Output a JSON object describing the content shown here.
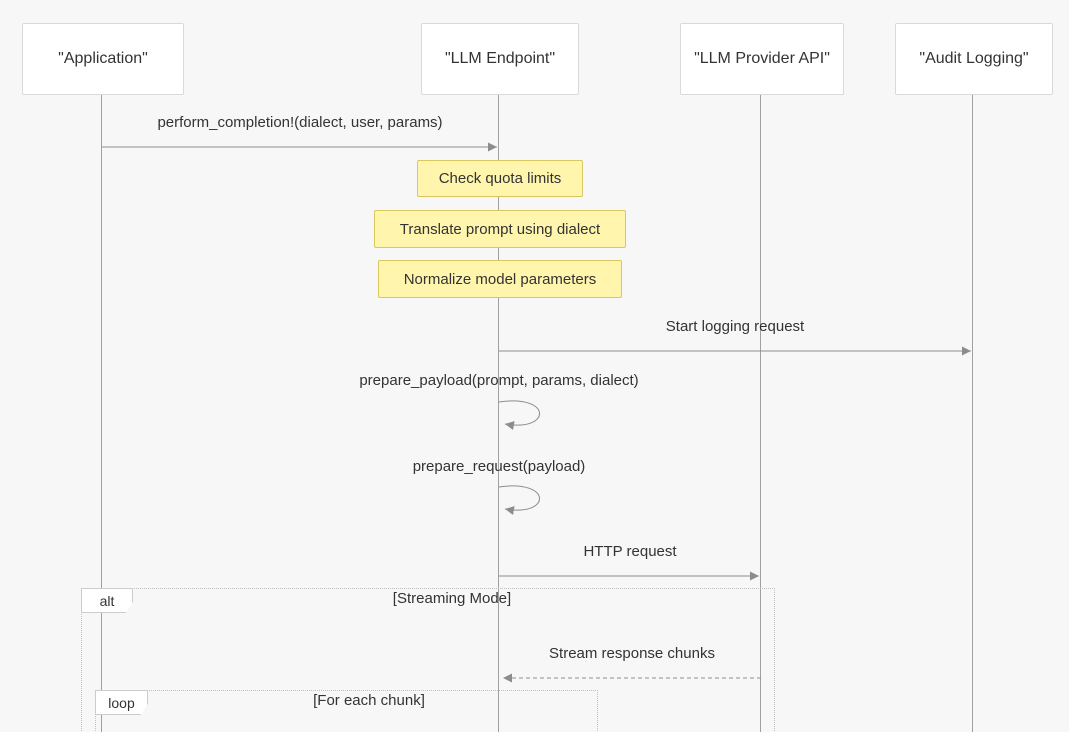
{
  "diagram": {
    "type": "sequence-diagram",
    "participants": [
      {
        "name": "\"Application\""
      },
      {
        "name": "\"LLM Endpoint\""
      },
      {
        "name": "\"LLM Provider API\""
      },
      {
        "name": "\"Audit Logging\""
      }
    ],
    "messages": [
      {
        "label": "perform_completion!(dialect, user, params)",
        "from": "\"Application\"",
        "to": "\"LLM Endpoint\"",
        "style": "solid"
      },
      {
        "label": "Start logging request",
        "from": "\"LLM Endpoint\"",
        "to": "\"Audit Logging\"",
        "style": "solid"
      },
      {
        "label": "prepare_payload(prompt, params, dialect)",
        "from": "\"LLM Endpoint\"",
        "to": "\"LLM Endpoint\"",
        "style": "self"
      },
      {
        "label": "prepare_request(payload)",
        "from": "\"LLM Endpoint\"",
        "to": "\"LLM Endpoint\"",
        "style": "self"
      },
      {
        "label": "HTTP request",
        "from": "\"LLM Endpoint\"",
        "to": "\"LLM Provider API\"",
        "style": "solid"
      },
      {
        "label": "Stream response chunks",
        "from": "\"LLM Provider API\"",
        "to": "\"LLM Endpoint\"",
        "style": "dashed"
      }
    ],
    "notes": [
      {
        "text": "Check quota limits",
        "over": "\"LLM Endpoint\""
      },
      {
        "text": "Translate prompt using dialect",
        "over": "\"LLM Endpoint\""
      },
      {
        "text": "Normalize model parameters",
        "over": "\"LLM Endpoint\""
      }
    ],
    "frames": [
      {
        "type": "alt",
        "condition": "[Streaming Mode]"
      },
      {
        "type": "loop",
        "condition": "[For each chunk]"
      }
    ],
    "colors": {
      "background": "#f7f7f7",
      "actor_fill": "#ffffff",
      "actor_border": "#d9d9d9",
      "note_fill": "#fff5ad",
      "note_border": "#d8c75f",
      "line": "#8c8c8c",
      "text": "#333333"
    }
  }
}
